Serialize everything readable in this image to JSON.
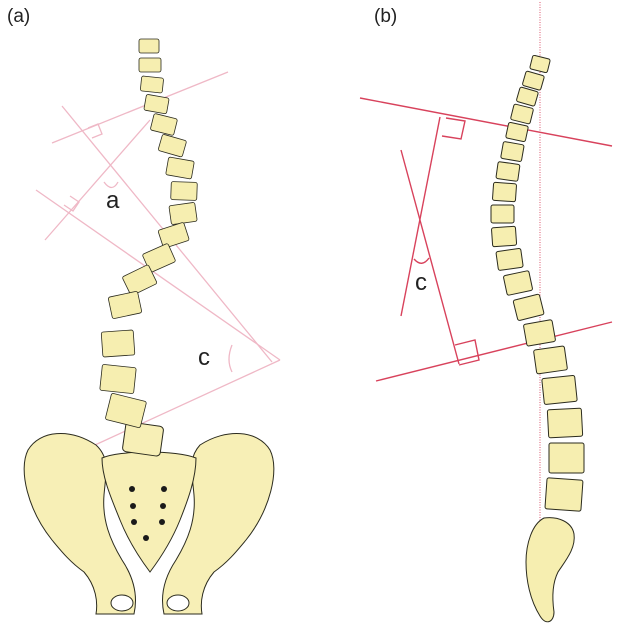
{
  "figure": {
    "panel_a": {
      "label": "(a)",
      "angle_labels": [
        "a",
        "c"
      ]
    },
    "panel_b": {
      "label": "(b)",
      "angle_labels": [
        "c"
      ]
    }
  },
  "colors": {
    "bone_fill": "#f6eeb0",
    "bone_stroke": "#2b2b1e",
    "pelvis_fill": "#f7efb6",
    "line_light": "#efb8c6",
    "line_dark": "#d8425c",
    "background": "#ffffff"
  }
}
